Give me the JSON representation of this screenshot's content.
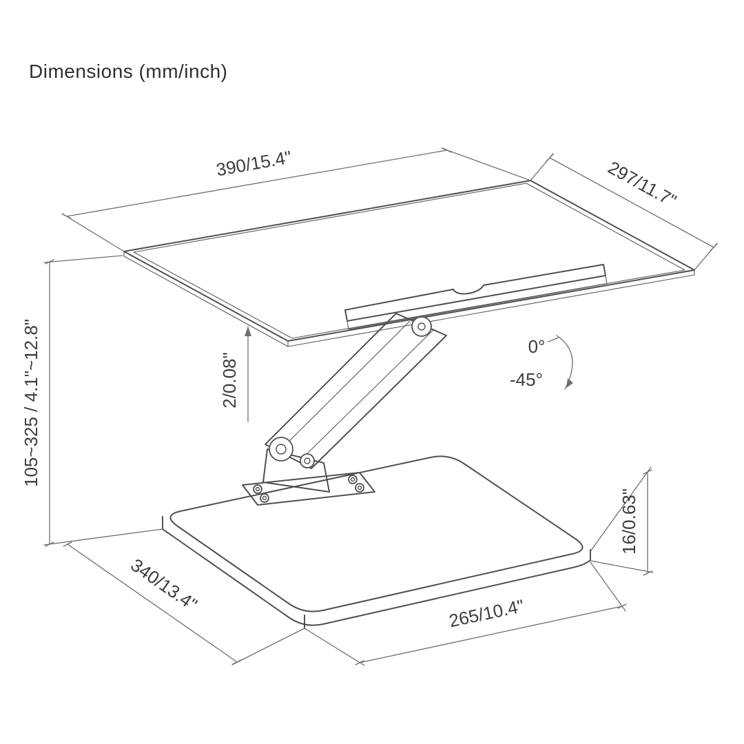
{
  "title": "Dimensions (mm/inch)",
  "dimensions": {
    "tray_width": "390/15.4\"",
    "tray_depth": "297/11.7\"",
    "height_range": "105~325 / 4.1\"~12.8\"",
    "tray_thickness": "2/0.08\"",
    "angle_start": "0°",
    "angle_end": "-45°",
    "base_thickness": "16/0.63\"",
    "base_depth": "340/13.4\"",
    "base_width": "265/10.4\""
  }
}
